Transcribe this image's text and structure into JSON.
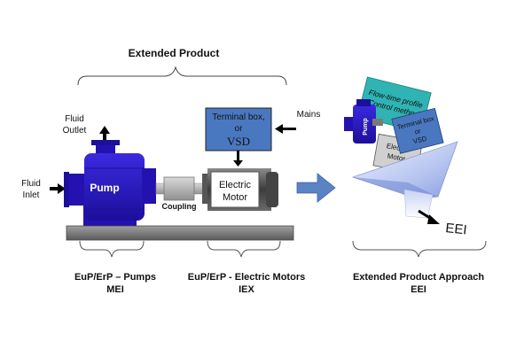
{
  "diagram": {
    "top_label": "Extended Product",
    "fluid_outlet": [
      "Fluid",
      "Outlet"
    ],
    "fluid_inlet": [
      "Fluid",
      "Inlet"
    ],
    "pump_label": "Pump",
    "coupling_label": "Coupling",
    "motor_label": [
      "Electric",
      "Motor"
    ],
    "terminal_box": [
      "Terminal box,",
      "or"
    ],
    "vsd_label": "VSD",
    "mains_label": "Mains",
    "bottom_left": [
      "EuP/ErP – Pumps",
      "MEI"
    ],
    "bottom_mid": [
      "EuP/ErP - Electric Motors",
      "IEX"
    ],
    "bottom_right": [
      "Extended Product Approach",
      "EEI"
    ],
    "funnel": {
      "pump_card": "Pump",
      "flow_card": [
        "Flow-time profile",
        "Control method"
      ],
      "terminal_card": [
        "Terminal box",
        "or",
        "VSD"
      ],
      "motor_card": [
        "Electric",
        "Motor"
      ],
      "output": "EEI"
    },
    "colors": {
      "pump_blue": "#2a17c8",
      "box_blue": "#4a78c0",
      "arrow_blue": "#5b82c2",
      "teal": "#2fb3b3"
    }
  }
}
